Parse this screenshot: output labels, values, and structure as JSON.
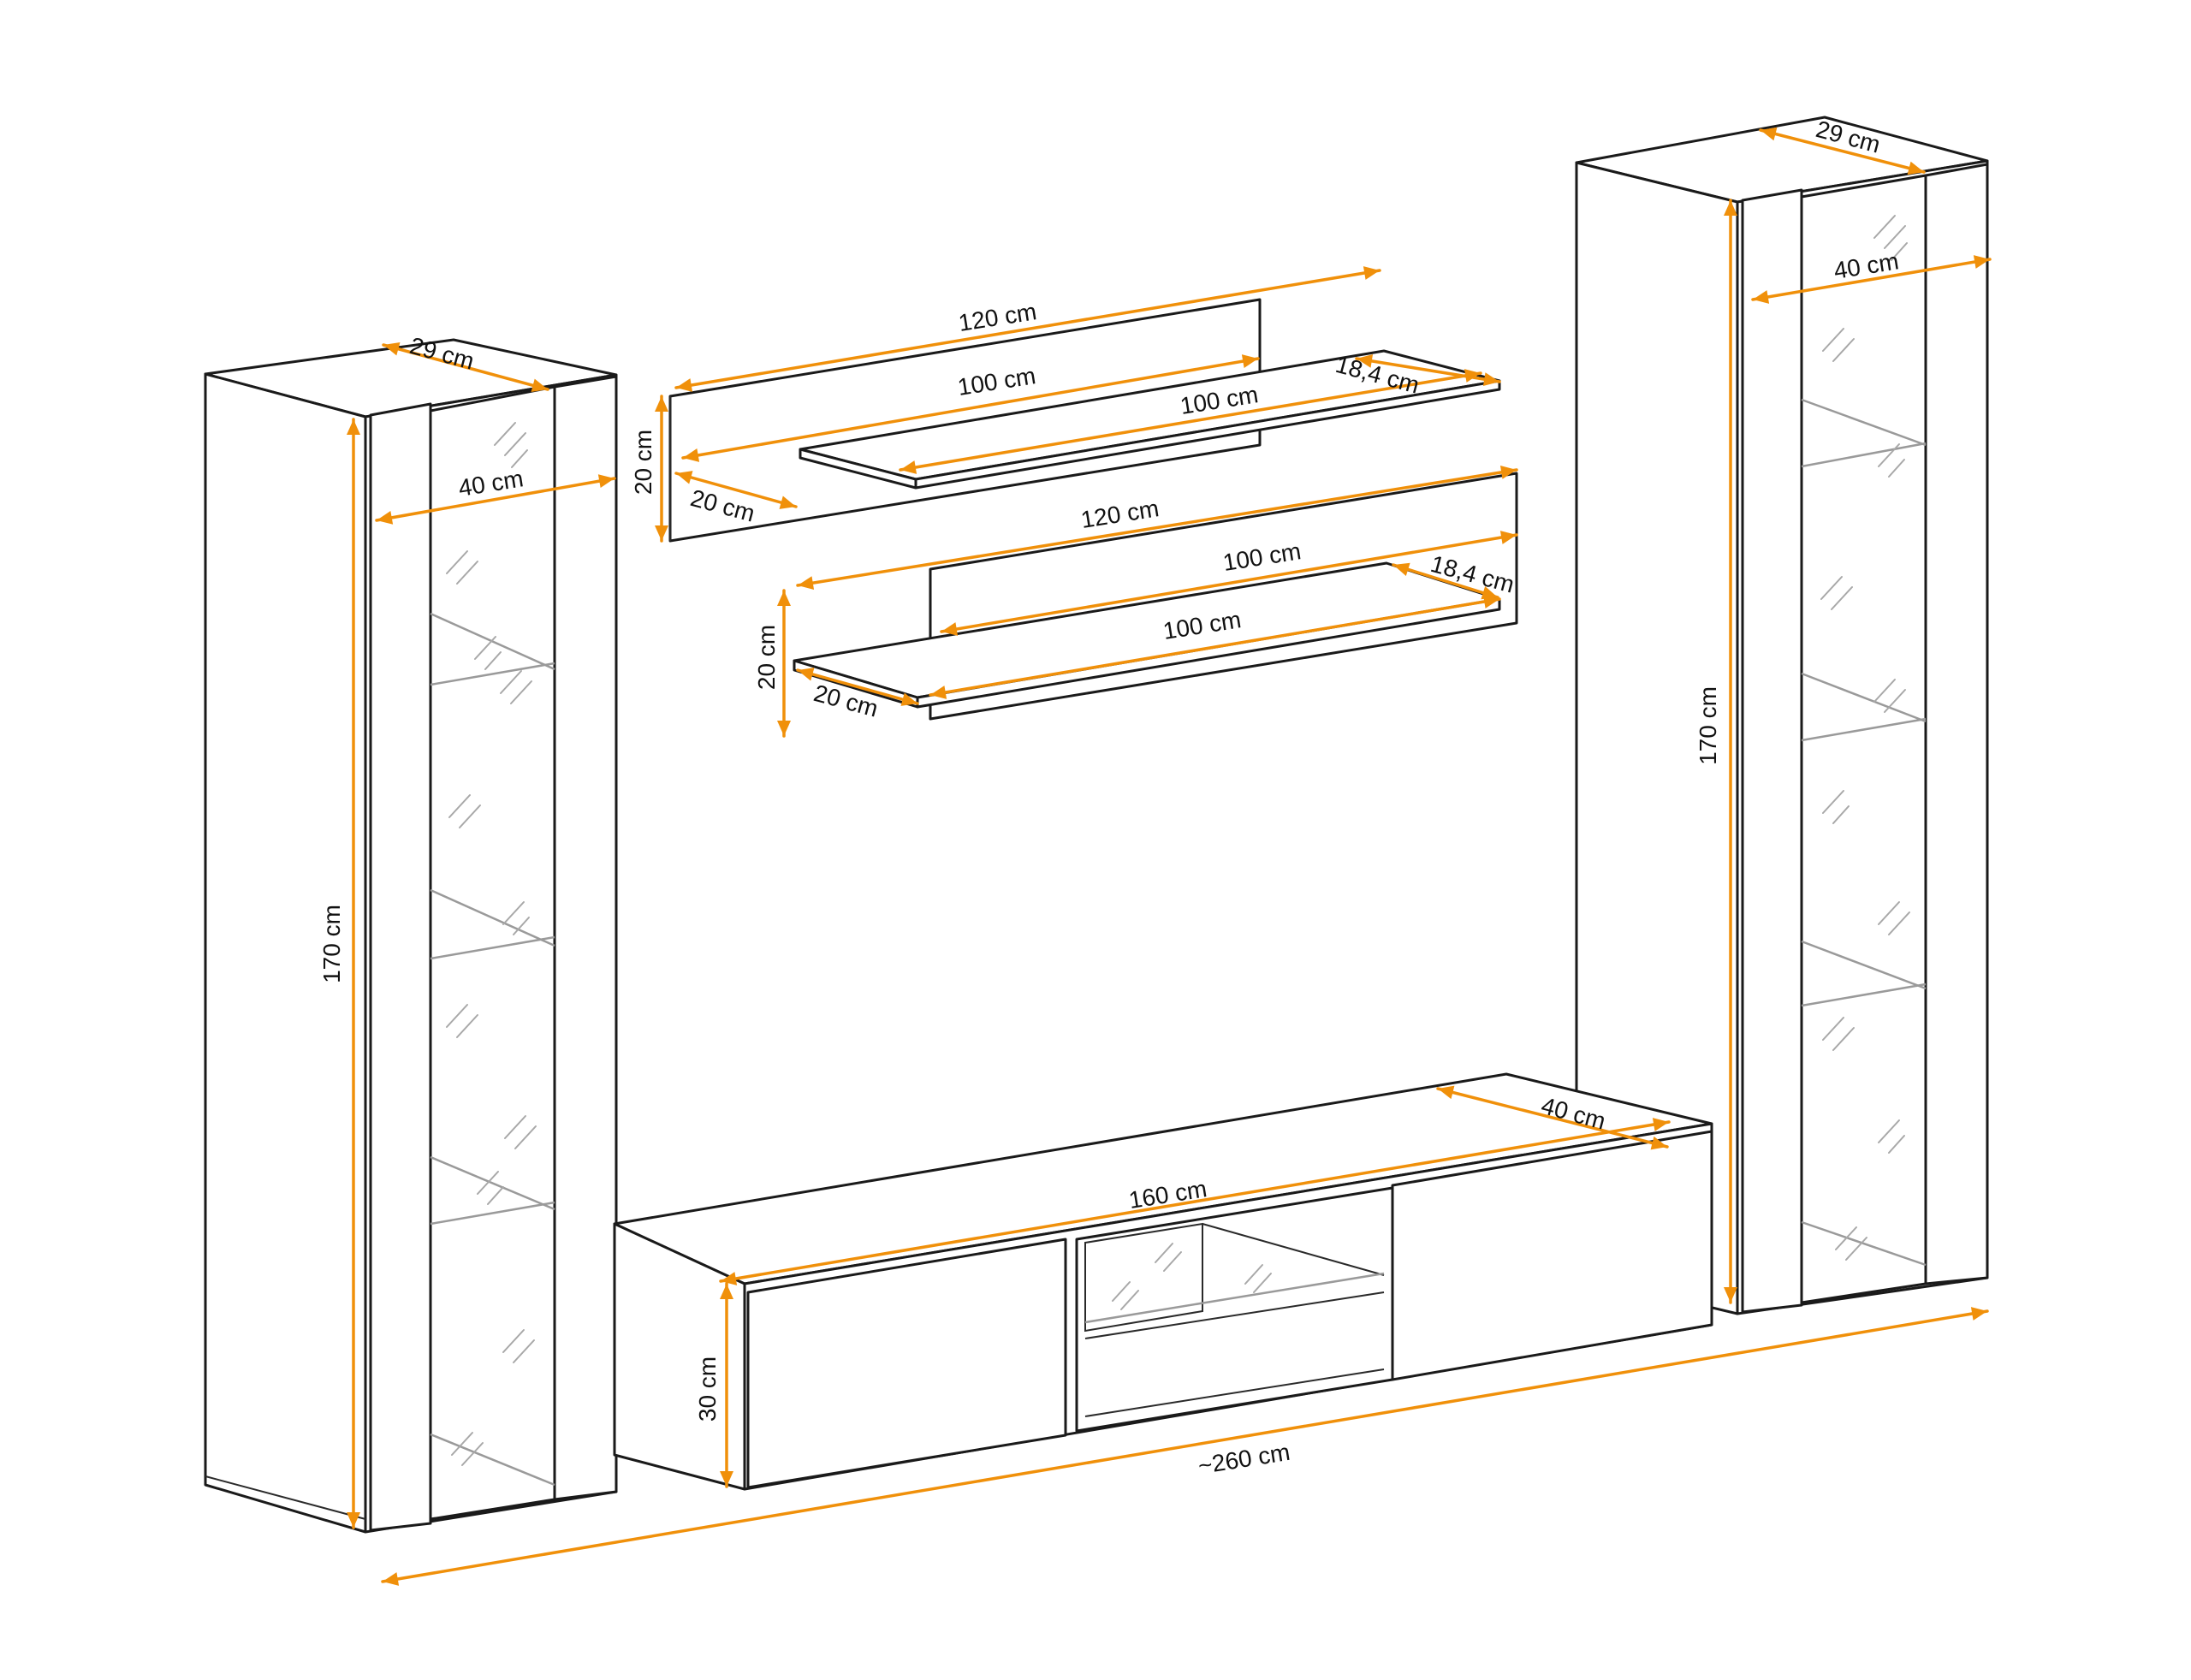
{
  "colors": {
    "dimension_line": "#f0900a",
    "outline": "#1a1a1a",
    "glass": "#9a9a9a",
    "background": "#ffffff"
  },
  "dimensions": {
    "left_cabinet_depth": "29 cm",
    "left_cabinet_width": "40 cm",
    "left_cabinet_height": "170 cm",
    "right_cabinet_depth": "29 cm",
    "right_cabinet_width": "40 cm",
    "right_cabinet_height": "170 cm",
    "shelf1_back_width": "120 cm",
    "shelf1_back_height": "20 cm",
    "shelf1_back_depth": "20 cm",
    "shelf1_upper_width": "100 cm",
    "shelf1_board_width": "100 cm",
    "shelf1_board_depth": "18,4 cm",
    "shelf2_back_width": "120 cm",
    "shelf2_back_height": "20 cm",
    "shelf2_back_depth": "20 cm",
    "shelf2_upper_width": "100 cm",
    "shelf2_board_width": "100 cm",
    "shelf2_board_depth": "18,4 cm",
    "tv_width": "160 cm",
    "tv_depth": "40 cm",
    "tv_height": "30 cm",
    "total_width": "~260 cm"
  }
}
